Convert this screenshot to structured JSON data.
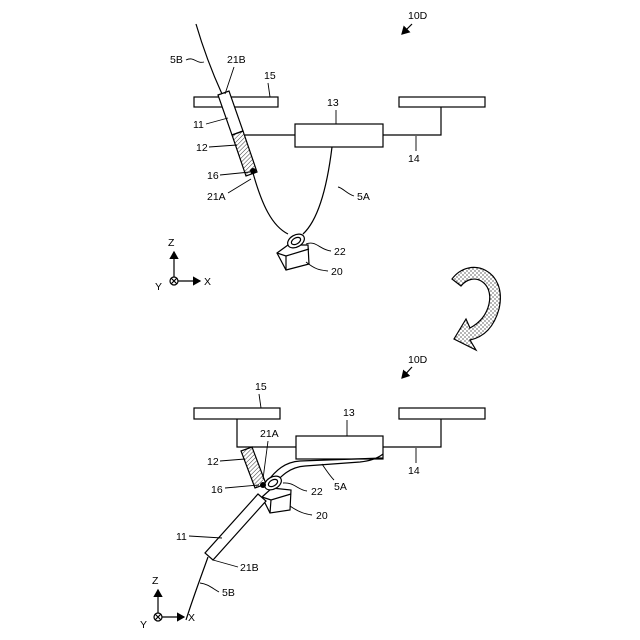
{
  "top_view": {
    "figure_ref": "10D",
    "labels": {
      "cable_5b": "5B",
      "end_21b": "21B",
      "part_15": "15",
      "part_13": "13",
      "part_11": "11",
      "part_12": "12",
      "part_14": "14",
      "part_16": "16",
      "end_21a": "21A",
      "cable_5a": "5A",
      "ring_22": "22",
      "block_20": "20"
    },
    "axes": {
      "z": "Z",
      "x": "X",
      "y": "Y"
    }
  },
  "bottom_view": {
    "figure_ref": "10D",
    "labels": {
      "part_15": "15",
      "part_13": "13",
      "end_21a": "21A",
      "part_12": "12",
      "part_14": "14",
      "part_16": "16",
      "ring_22": "22",
      "cable_5a": "5A",
      "block_20": "20",
      "part_11": "11",
      "end_21b": "21B",
      "cable_5b": "5B"
    },
    "axes": {
      "z": "Z",
      "x": "X",
      "y": "Y"
    }
  }
}
